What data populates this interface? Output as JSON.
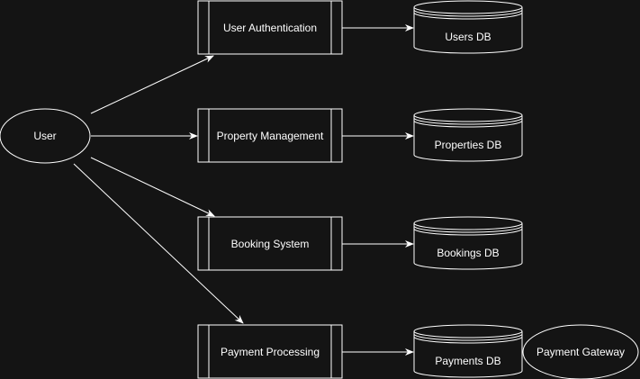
{
  "diagram": {
    "actor": {
      "label": "User"
    },
    "processes": [
      {
        "label": "User Authentication"
      },
      {
        "label": "Property Management"
      },
      {
        "label": "Booking System"
      },
      {
        "label": "Payment Processing"
      }
    ],
    "datastores": [
      {
        "label": "Users DB"
      },
      {
        "label": "Properties DB"
      },
      {
        "label": "Bookings DB"
      },
      {
        "label": "Payments DB"
      }
    ],
    "external": {
      "label": "Payment Gateway"
    }
  },
  "colors": {
    "background": "#141414",
    "stroke": "#ffffff",
    "text": "#ffffff"
  }
}
